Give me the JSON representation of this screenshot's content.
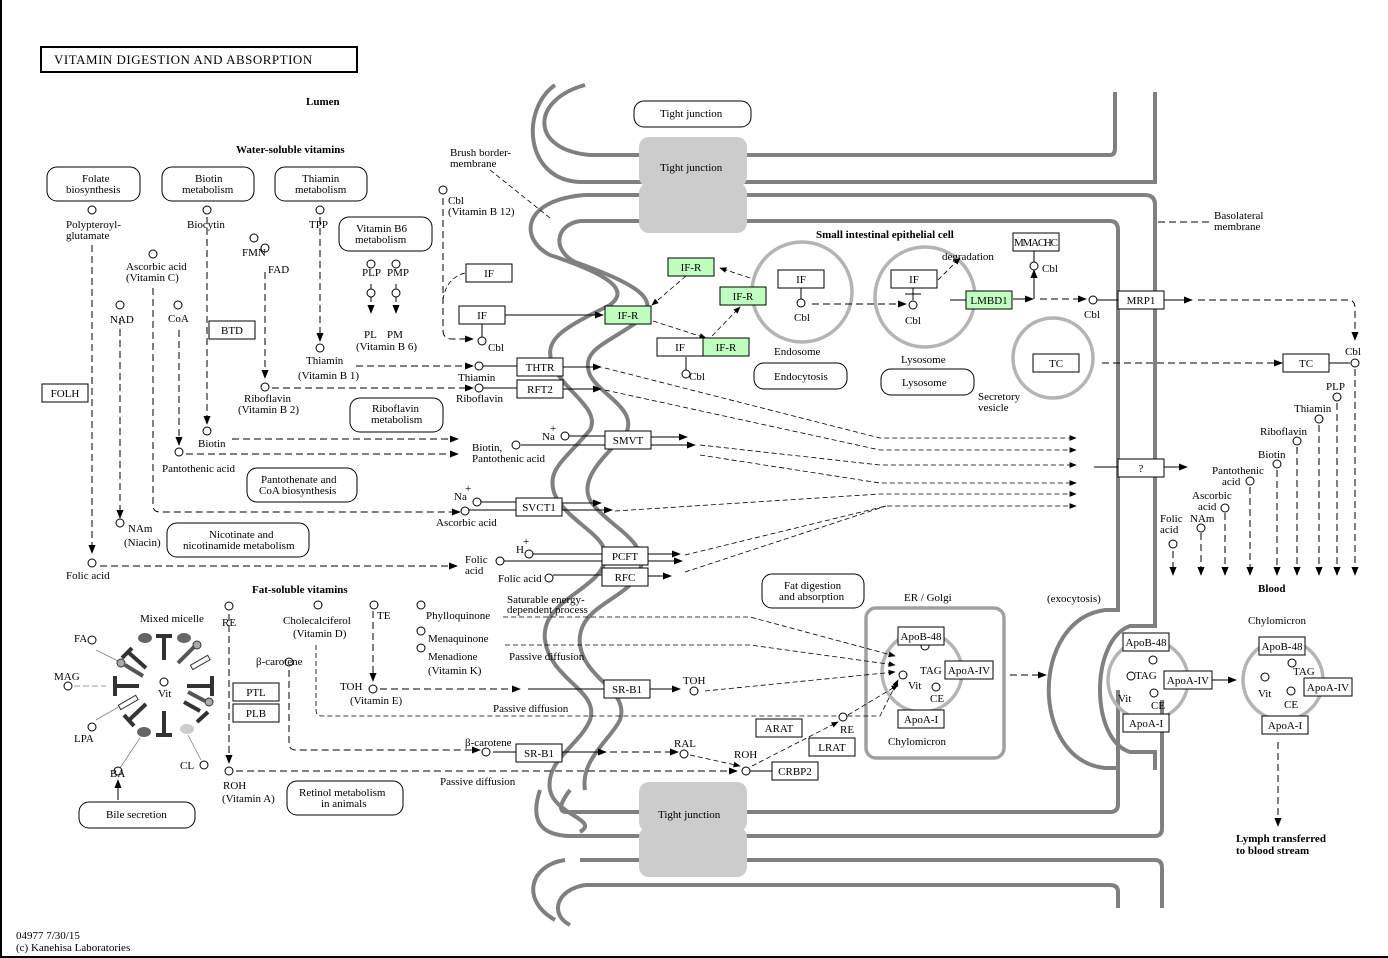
{
  "title": "VITAMIN DIGESTION AND ABSORPTION",
  "footer": {
    "map_id": "04977 7/30/15",
    "copyright": "(c) Kanehisa Laboratories"
  },
  "colors": {
    "gene_highlight": "#bfffbf",
    "membrane": "#808080",
    "vesicle": "#b4b4b4",
    "tight_junction": "#cccccc"
  },
  "regions": {
    "lumen": "Lumen",
    "water_soluble": "Water-soluble vitamins",
    "fat_soluble": "Fat-soluble vitamins",
    "brush_border": [
      "Brush border-",
      "membrane"
    ],
    "epithelial_cell": "Small intestinal epithelial cell",
    "basolateral": [
      "Basolateral",
      "membrane"
    ],
    "blood": "Blood",
    "lymph": [
      "Lymph transferred",
      "to blood stream"
    ],
    "tight_junction_top": "Tight junction",
    "tight_junction_top_gray": "Tight junction",
    "tight_junction_bottom": "Tight junction",
    "endosome": "Endosome",
    "lysosome": "Lysosome",
    "secretory_vesicle": [
      "Secretory",
      "vesicle"
    ],
    "er_golgi": "ER / Golgi",
    "chylomicron_er": "Chylomicron",
    "exocytosis": "(exocytosis)",
    "chylomicron_blood": "Chylomicron",
    "mixed_micelle": "Mixed micelle",
    "degradation": "degradation"
  },
  "pathway_maps": {
    "folate": [
      "Folate",
      "biosynthesis"
    ],
    "biotin": [
      "Biotin",
      "metabolism"
    ],
    "thiamin": [
      "Thiamin",
      "metabolism"
    ],
    "b6": [
      "Vitamin B6",
      "metabolism"
    ],
    "riboflavin": [
      "Riboflavin",
      "metabolism"
    ],
    "pantothenate": [
      "Pantothenate and",
      "CoA biosynthesis"
    ],
    "nicotinate": [
      "Nicotinate and",
      "nicotinamide metabolism"
    ],
    "bile": "Bile secretion",
    "retinol": [
      "Retinol metabolism",
      "in animals"
    ],
    "fat": [
      "Fat digestion",
      "and absorption"
    ],
    "endocytosis": "Endocytosis",
    "lysosome": "Lysosome",
    "tight_junction": "Tight junction"
  },
  "genes": {
    "folh": "FOLH",
    "btd": "BTD",
    "ptl": "PTL",
    "plb": "PLB",
    "if1": "IF",
    "if2": "IF",
    "if_complex": "IF",
    "if_endo": "IF",
    "if_lyso": "IF",
    "ifr_main": "IF-R",
    "ifr_top": "IF-R",
    "ifr_right": "IF-R",
    "ifr_complex": "IF-R",
    "thtr": "THTR",
    "rft2": "RFT2",
    "smvt": "SMVT",
    "svct1": "SVCT1",
    "pcft": "PCFT",
    "rfc": "RFC",
    "srb1_a": "SR-B1",
    "srb1_b": "SR-B1",
    "arat": "ARAT",
    "lrat": "LRAT",
    "crbp2": "CRBP2",
    "lmbd1": "LMBD1",
    "mmachc": "MMACHC",
    "mrp1": "MRP1",
    "tc_cell": "TC",
    "tc_blood": "TC",
    "unknown": "?",
    "apob48_er": "ApoB-48",
    "apoa4_er": "ApoA-IV",
    "apoa1_er": "ApoA-I",
    "apob48_exo": "ApoB-48",
    "apoa4_exo": "ApoA-IV",
    "apoa1_exo": "ApoA-I",
    "apob48_bl": "ApoB-48",
    "apoa4_bl": "ApoA-IV",
    "apoa1_bl": "ApoA-I"
  },
  "compounds": {
    "polypteroyl": [
      "Polypteroyl-",
      "glutamate"
    ],
    "biocytin": "Biocytin",
    "tpp": "TPP",
    "fmn": "FMN",
    "fad": "FAD",
    "plp": "PLP",
    "pmp": "PMP",
    "pl": "PL",
    "pm": "PM",
    "b6": "(Vitamin B 6)",
    "ascorbic": [
      "Ascorbic acid",
      "(Vitamin C)"
    ],
    "nad": "NAD",
    "coa": "CoA",
    "thiamin": [
      "Thiamin",
      "(Vitamin B 1)"
    ],
    "riboflavin": [
      "Riboflavin",
      "(Vitamin B 2)"
    ],
    "biotin": "Biotin",
    "pantothenic": "Pantothenic acid",
    "nam": [
      "NAm",
      "(Niacin)"
    ],
    "folic": "Folic acid",
    "cbl": [
      "Cbl",
      "(Vitamin B 12)"
    ],
    "cbl_short": "Cbl",
    "thiamin_s": "Thiamin",
    "riboflavin_s": "Riboflavin",
    "na_plus": "Na",
    "h_plus": "H",
    "plus": "+",
    "biotin_panto": [
      "Biotin,",
      "Pantothenic acid"
    ],
    "ascorbic_s": "Ascorbic acid",
    "folic_2l": [
      "Folic",
      "acid"
    ],
    "folic_s": "Folic acid",
    "re": "RE",
    "chole": [
      "Cholecalciferol",
      "(Vitamin D)"
    ],
    "te": "TE",
    "phyllo": "Phylloquinone",
    "menaq": "Menaquinone",
    "menad": [
      "Menadione",
      "(Vitamin K)"
    ],
    "bcar": "β-carotene",
    "toh": [
      "TOH",
      "(Vitamin E)"
    ],
    "toh_s": "TOH",
    "roh": [
      "ROH",
      "(Vitamin A)"
    ],
    "roh_s": "ROH",
    "ral": "RAL",
    "vit": "Vit",
    "tag": "TAG",
    "ce": "CE",
    "fa": "FA",
    "mag": "MAG",
    "lpa": "LPA",
    "ba": "BA",
    "cl": "CL",
    "blood_plp": "PLP",
    "blood_thiamin": "Thiamin",
    "blood_riboflavin": "Riboflavin",
    "blood_biotin": "Biotin",
    "blood_panto": [
      "Pantothenic",
      "acid"
    ],
    "blood_ascorbic": [
      "Ascorbic",
      "acid"
    ],
    "blood_nam": "NAm",
    "blood_folic": [
      "Folic",
      "acid"
    ]
  },
  "annotations": {
    "saturable": [
      "Saturable energy-",
      "dependent process"
    ],
    "passive1": "Passive diffusion",
    "passive2": "Passive diffusion",
    "passive3": "Passive diffusion"
  }
}
